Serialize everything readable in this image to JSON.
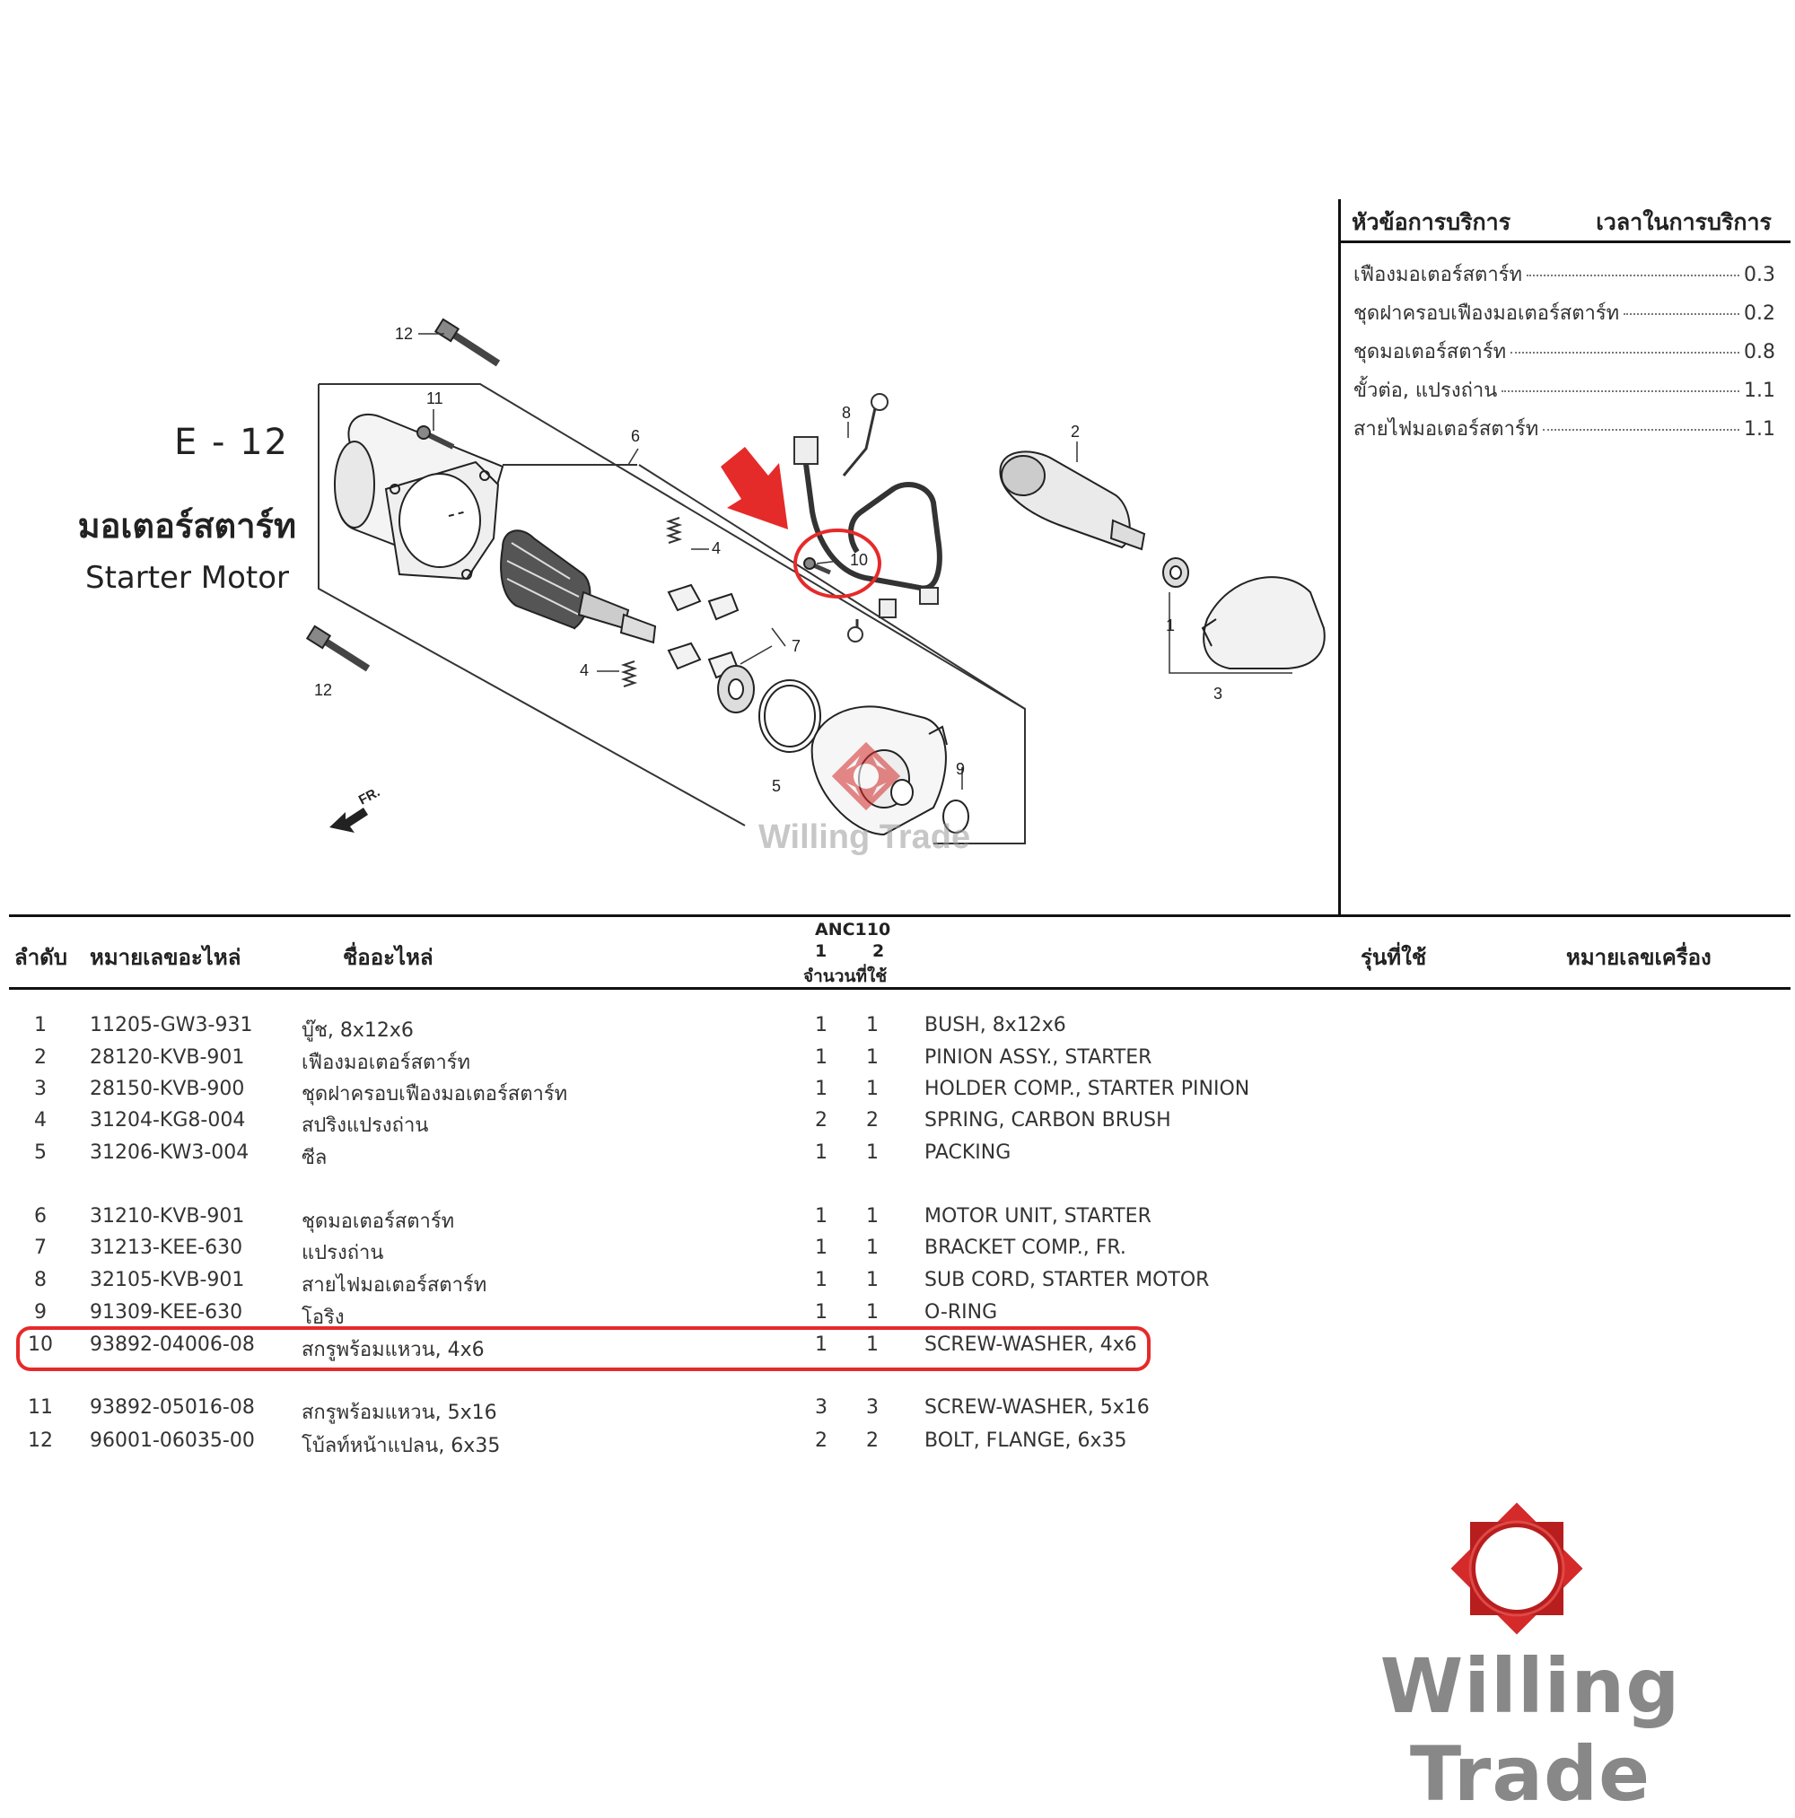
{
  "section": {
    "code": "E - 12",
    "title_thai": "มอเตอร์สตาร์ท",
    "title_en": "Starter Motor"
  },
  "service_box": {
    "header_left": "หัวข้อการบริการ",
    "header_right": "เวลาในการบริการ",
    "items": [
      {
        "label": "เฟืองมอเตอร์สตาร์ท",
        "time": "0.3"
      },
      {
        "label": "ชุดฝาครอบเฟืองมอเตอร์สตาร์ท",
        "time": "0.2"
      },
      {
        "label": "ชุดมอเตอร์สตาร์ท",
        "time": "0.8"
      },
      {
        "label": "ขั้วต่อ, แปรงถ่าน",
        "time": "1.1"
      },
      {
        "label": "สายไฟมอเตอร์สตาร์ท",
        "time": "1.1"
      }
    ]
  },
  "diagram": {
    "callouts": [
      "1",
      "2",
      "3",
      "4",
      "4",
      "5",
      "6",
      "7",
      "8",
      "9",
      "10",
      "11",
      "12",
      "12"
    ],
    "direction_label": "FR.",
    "watermark": "Willing Trade",
    "highlight_color": "#e52a2a"
  },
  "table": {
    "headers": {
      "no": "ลำดับ",
      "part_no": "หมายเลขอะไหล่",
      "name": "ชื่ออะไหล่",
      "model": "ANC110",
      "col1": "1",
      "col2": "2",
      "qty": "จำนวนที่ใช้",
      "applicable": "รุ่นที่ใช้",
      "engine_no": "หมายเลขเครื่อง"
    },
    "rows": [
      {
        "no": "1",
        "part_no": "11205-GW3-931",
        "name_th": "บู๊ช, 8x12x6",
        "q1": "1",
        "q2": "1",
        "name_en": "BUSH, 8x12x6"
      },
      {
        "no": "2",
        "part_no": "28120-KVB-901",
        "name_th": "เฟืองมอเตอร์สตาร์ท",
        "q1": "1",
        "q2": "1",
        "name_en": "PINION ASSY., STARTER"
      },
      {
        "no": "3",
        "part_no": "28150-KVB-900",
        "name_th": "ชุดฝาครอบเฟืองมอเตอร์สตาร์ท",
        "q1": "1",
        "q2": "1",
        "name_en": "HOLDER COMP., STARTER PINION"
      },
      {
        "no": "4",
        "part_no": "31204-KG8-004",
        "name_th": "สปริงแปรงถ่าน",
        "q1": "2",
        "q2": "2",
        "name_en": "SPRING, CARBON BRUSH"
      },
      {
        "no": "5",
        "part_no": "31206-KW3-004",
        "name_th": "ซีล",
        "q1": "1",
        "q2": "1",
        "name_en": "PACKING"
      },
      {
        "no": "6",
        "part_no": "31210-KVB-901",
        "name_th": "ชุดมอเตอร์สตาร์ท",
        "q1": "1",
        "q2": "1",
        "name_en": "MOTOR UNIT, STARTER"
      },
      {
        "no": "7",
        "part_no": "31213-KEE-630",
        "name_th": "แปรงถ่าน",
        "q1": "1",
        "q2": "1",
        "name_en": "BRACKET COMP., FR."
      },
      {
        "no": "8",
        "part_no": "32105-KVB-901",
        "name_th": "สายไฟมอเตอร์สตาร์ท",
        "q1": "1",
        "q2": "1",
        "name_en": "SUB CORD, STARTER MOTOR"
      },
      {
        "no": "9",
        "part_no": "91309-KEE-630",
        "name_th": "โอริง",
        "q1": "1",
        "q2": "1",
        "name_en": "O-RING"
      },
      {
        "no": "10",
        "part_no": "93892-04006-08",
        "name_th": "สกรูพร้อมแหวน, 4x6",
        "q1": "1",
        "q2": "1",
        "name_en": "SCREW-WASHER, 4x6"
      },
      {
        "no": "11",
        "part_no": "93892-05016-08",
        "name_th": "สกรูพร้อมแหวน, 5x16",
        "q1": "3",
        "q2": "3",
        "name_en": "SCREW-WASHER, 5x16"
      },
      {
        "no": "12",
        "part_no": "96001-06035-00",
        "name_th": "โบ้ลท์หน้าแปลน, 6x35",
        "q1": "2",
        "q2": "2",
        "name_en": "BOLT, FLANGE, 6x35"
      }
    ],
    "highlighted_row": "10"
  },
  "logo": {
    "text": "Willing Trade",
    "mark_color": "#d42a2a"
  }
}
